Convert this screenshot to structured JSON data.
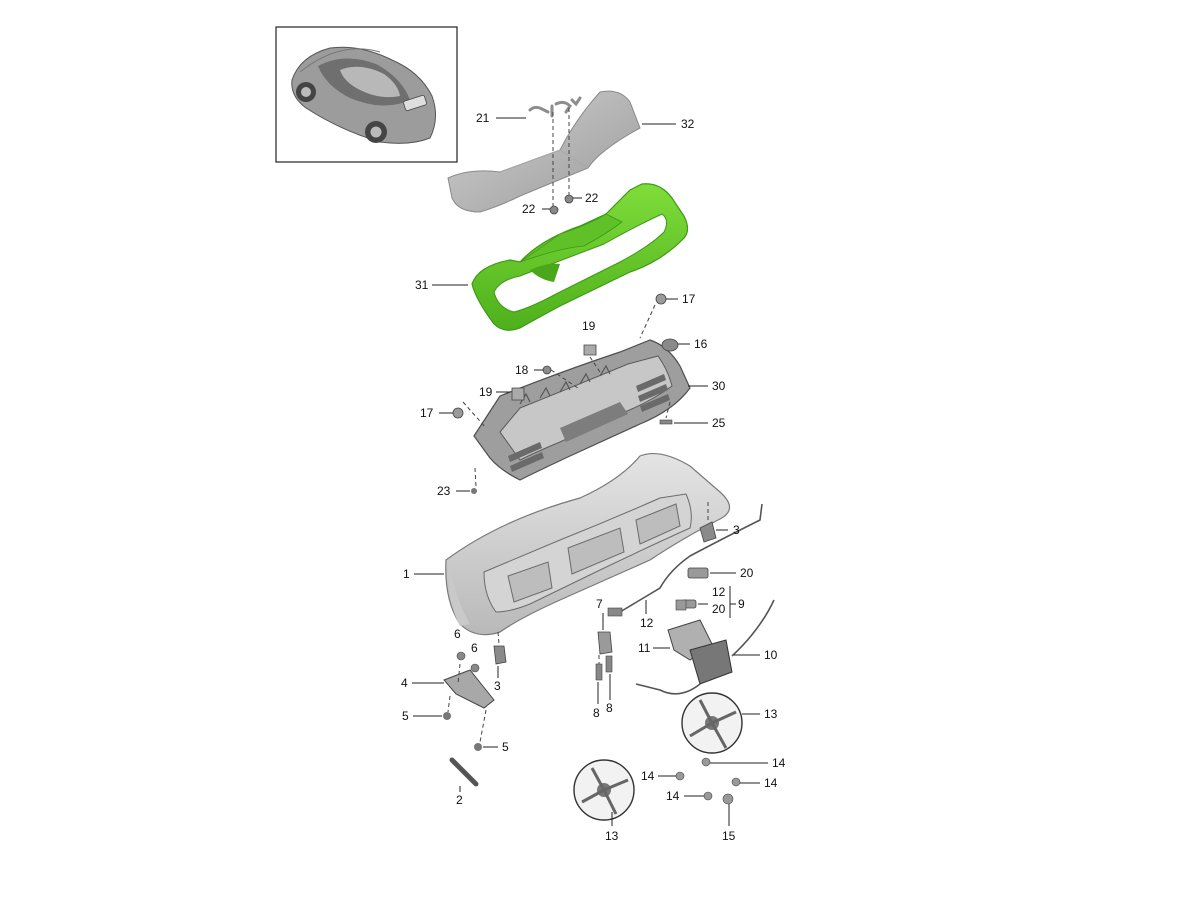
{
  "callouts": [
    {
      "id": "c21",
      "text": "21"
    },
    {
      "id": "c32",
      "text": "32"
    },
    {
      "id": "c22a",
      "text": "22"
    },
    {
      "id": "c22b",
      "text": "22"
    },
    {
      "id": "c31",
      "text": "31"
    },
    {
      "id": "c17a",
      "text": "17"
    },
    {
      "id": "c19a",
      "text": "19"
    },
    {
      "id": "c16",
      "text": "16"
    },
    {
      "id": "c18",
      "text": "18"
    },
    {
      "id": "c30",
      "text": "30"
    },
    {
      "id": "c19b",
      "text": "19"
    },
    {
      "id": "c17b",
      "text": "17"
    },
    {
      "id": "c25",
      "text": "25"
    },
    {
      "id": "c23",
      "text": "23"
    },
    {
      "id": "c3a",
      "text": "3"
    },
    {
      "id": "c1",
      "text": "1"
    },
    {
      "id": "c20a",
      "text": "20"
    },
    {
      "id": "c7",
      "text": "7"
    },
    {
      "id": "c12a",
      "text": "12"
    },
    {
      "id": "c9",
      "text": "9"
    },
    {
      "id": "c20b",
      "text": "20"
    },
    {
      "id": "c12b",
      "text": "12"
    },
    {
      "id": "c6a",
      "text": "6"
    },
    {
      "id": "c6b",
      "text": "6"
    },
    {
      "id": "c11",
      "text": "11"
    },
    {
      "id": "c10",
      "text": "10"
    },
    {
      "id": "c4",
      "text": "4"
    },
    {
      "id": "c3b",
      "text": "3"
    },
    {
      "id": "c5a",
      "text": "5"
    },
    {
      "id": "c8a",
      "text": "8"
    },
    {
      "id": "c8b",
      "text": "8"
    },
    {
      "id": "c13a",
      "text": "13"
    },
    {
      "id": "c5b",
      "text": "5"
    },
    {
      "id": "c14a",
      "text": "14"
    },
    {
      "id": "c14b",
      "text": "14"
    },
    {
      "id": "c14c",
      "text": "14"
    },
    {
      "id": "c14d",
      "text": "14"
    },
    {
      "id": "c2",
      "text": "2"
    },
    {
      "id": "c13b",
      "text": "13"
    },
    {
      "id": "c15",
      "text": "15"
    }
  ],
  "colors": {
    "highlight": "#6ccd2e",
    "highlight_dark": "#3d9a14",
    "part_grey": "#bdbdbd",
    "part_grey_dark": "#6e6e6e",
    "frame_border": "#222222"
  },
  "thumbnail": {
    "icon": "car-thumbnail-icon"
  }
}
